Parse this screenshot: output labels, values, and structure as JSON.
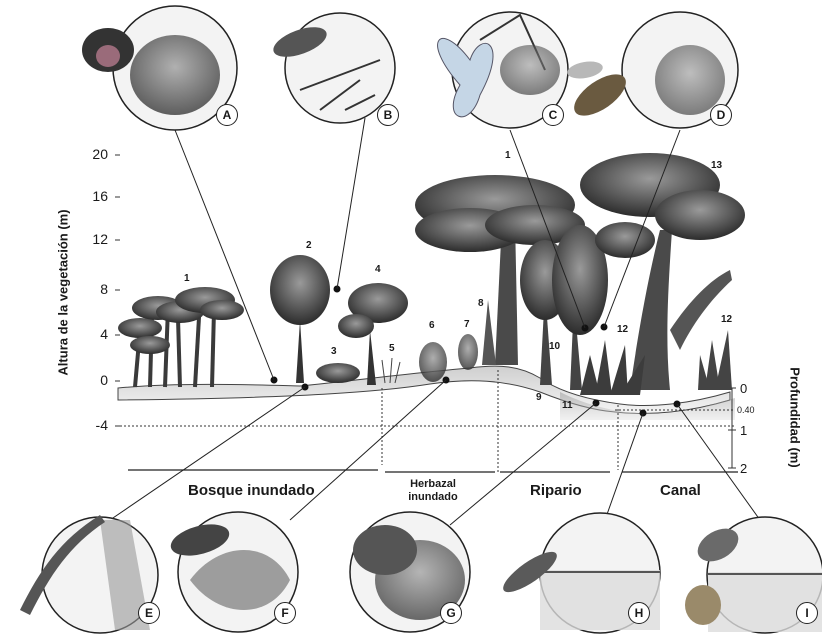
{
  "y_axis": {
    "label": "Altura de la vegetación (m)",
    "ticks": [
      "20",
      "16",
      "12",
      "8",
      "4",
      "0",
      "-4"
    ]
  },
  "depth_axis": {
    "label": "Profundidad (m)",
    "ticks": [
      "0",
      "1",
      "2"
    ],
    "marker": "0.40"
  },
  "zones": [
    {
      "label": "Bosque inundado"
    },
    {
      "label": "Herbazal inundado"
    },
    {
      "label": "Ripario"
    },
    {
      "label": "Canal"
    }
  ],
  "vegetation_numbers": [
    "1",
    "2",
    "3",
    "4",
    "5",
    "6",
    "7",
    "8",
    "1",
    "9",
    "10",
    "11",
    "12",
    "13",
    "12"
  ],
  "insets": [
    {
      "letter": "A",
      "subject": "beetle-icon"
    },
    {
      "letter": "B",
      "subject": "bird-icon"
    },
    {
      "letter": "C",
      "subject": "butterfly-icon"
    },
    {
      "letter": "D",
      "subject": "bee-icon"
    },
    {
      "letter": "E",
      "subject": "lizard-icon"
    },
    {
      "letter": "F",
      "subject": "armadillo-lizard-icon"
    },
    {
      "letter": "G",
      "subject": "frog-icon"
    },
    {
      "letter": "H",
      "subject": "fish-icon"
    },
    {
      "letter": "I",
      "subject": "water-bug-icon"
    }
  ]
}
